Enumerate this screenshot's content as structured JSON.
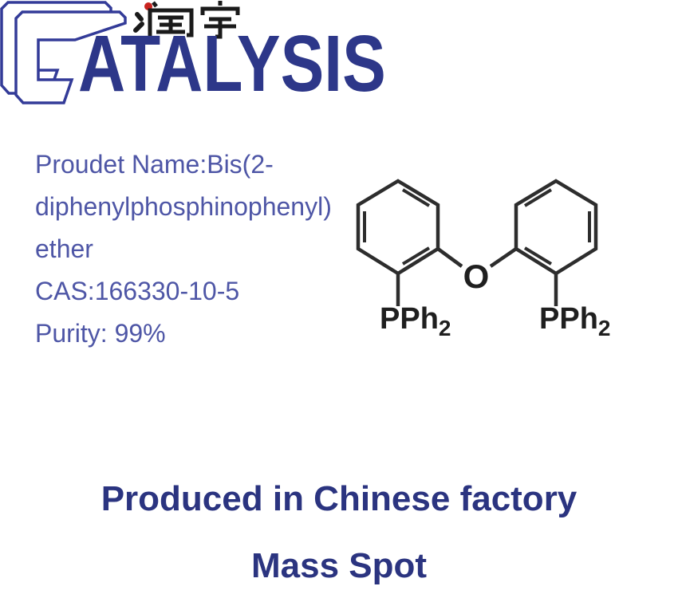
{
  "page": {
    "background": "#ffffff"
  },
  "logo": {
    "lettermark": "C",
    "chinese_text": "润宇",
    "brand_text": "ATALYSIS",
    "outline_color": "#333b98",
    "brand_color": "#2d3789",
    "chinese_color": "#1a1a1a",
    "red_dot_color": "#c9231f"
  },
  "product_info": {
    "text_color": "#4e56a6",
    "line1": "Proudet Name:Bis(2-",
    "line2": "diphenylphosphinophenyl)",
    "line3": "ether",
    "line4": "CAS:166330-10-5",
    "line5": "Purity: 99%"
  },
  "structure": {
    "compound": "Bis(2-diphenylphosphinophenyl) ether skeletal structure",
    "line_color": "#2d2d2d",
    "oxygen": "O",
    "left_substituent": "PPh",
    "left_substituent_sub": "2",
    "right_substituent": "PPh",
    "right_substituent_sub": "2"
  },
  "footer": {
    "text_color": "#2b3480",
    "line1": "Produced in Chinese factory",
    "line2": "Mass Spot"
  }
}
